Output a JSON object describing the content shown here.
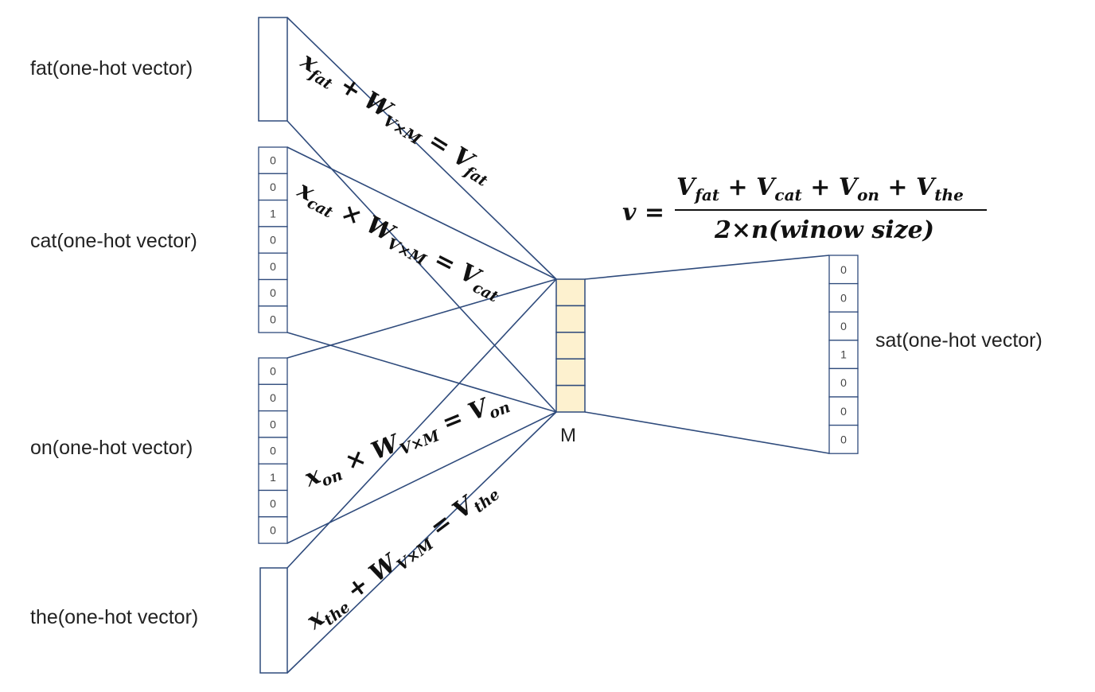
{
  "labels": {
    "fat": "fat(one-hot vector)",
    "cat": "cat(one-hot vector)",
    "on": "on(one-hot vector)",
    "the": "the(one-hot vector)",
    "sat": "sat(one-hot vector)",
    "m": "M"
  },
  "vectors": {
    "cat": [
      "0",
      "0",
      "1",
      "0",
      "0",
      "0",
      "0"
    ],
    "on": [
      "0",
      "0",
      "0",
      "0",
      "1",
      "0",
      "0"
    ],
    "sat": [
      "0",
      "0",
      "0",
      "1",
      "0",
      "0",
      "0"
    ]
  },
  "hidden_cells": 5,
  "equations": {
    "fat": {
      "x": "x",
      "xs": "fat",
      "op": " + ",
      "w": "W",
      "ws": "V×M",
      "eq": " = ",
      "v": "V",
      "vs": "fat"
    },
    "cat": {
      "x": "x",
      "xs": "cat",
      "op": " × ",
      "w": "W",
      "ws": "V×M",
      "eq": " = ",
      "v": "V",
      "vs": "cat"
    },
    "on": {
      "x": "x",
      "xs": "on",
      "op": " × ",
      "w": "W",
      "ws": "V×M",
      "eq": " = ",
      "v": "V",
      "vs": "on"
    },
    "the": {
      "x": "x",
      "xs": "the",
      "op": " + ",
      "w": "W",
      "ws": "V×M",
      "eq": " = ",
      "v": "V",
      "vs": "the"
    }
  },
  "formula": {
    "lhs": "v =",
    "numerator": [
      {
        "t": "V",
        "s": "fat"
      },
      {
        "t": " + V",
        "s": "cat"
      },
      {
        "t": " + V",
        "s": "on"
      },
      {
        "t": " + V",
        "s": "the"
      }
    ],
    "denominator": "2×n(winow size)"
  },
  "colors": {
    "line": "#2f4b7c",
    "box_border": "#2f4b7c",
    "hidden_fill": "#fdf1cf",
    "hidden_border": "#2f4b7c"
  }
}
